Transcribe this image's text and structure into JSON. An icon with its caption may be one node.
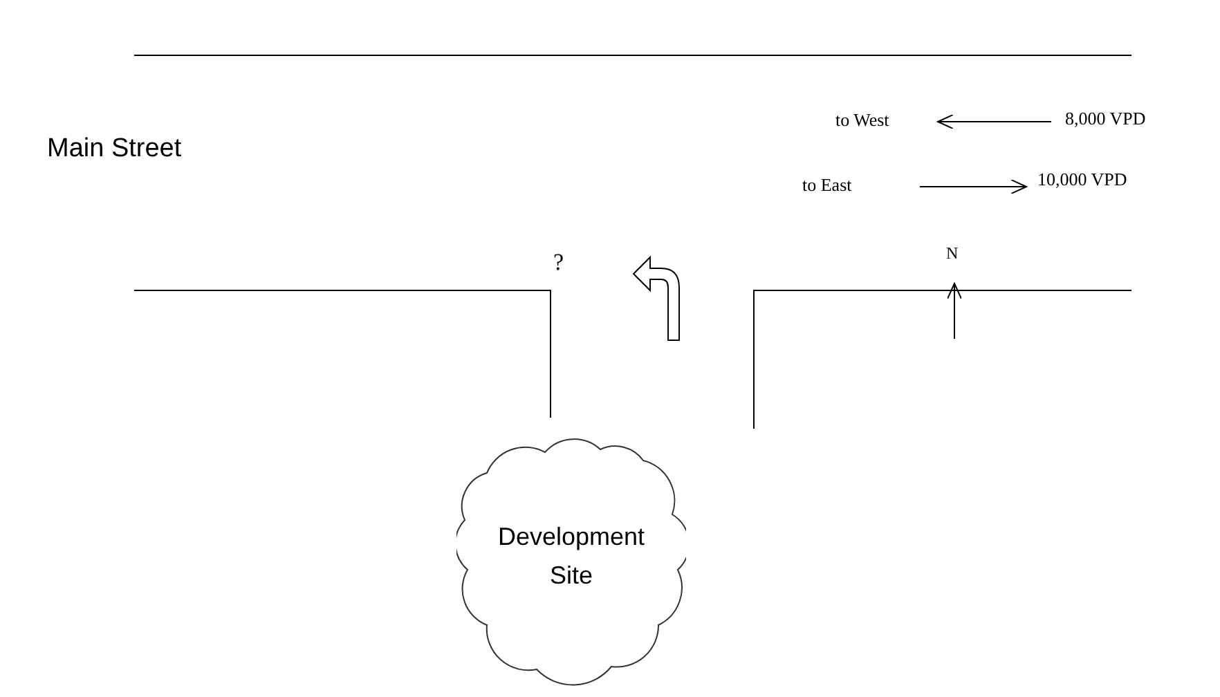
{
  "diagram": {
    "nodes": [
      {
        "text": [
          "Development Site"
        ]
      }
    ],
    "labels": [
      "to West",
      "8,000 VPD",
      "Main Street",
      "?",
      "to East",
      "10,000 VPD",
      "N"
    ]
  }
}
